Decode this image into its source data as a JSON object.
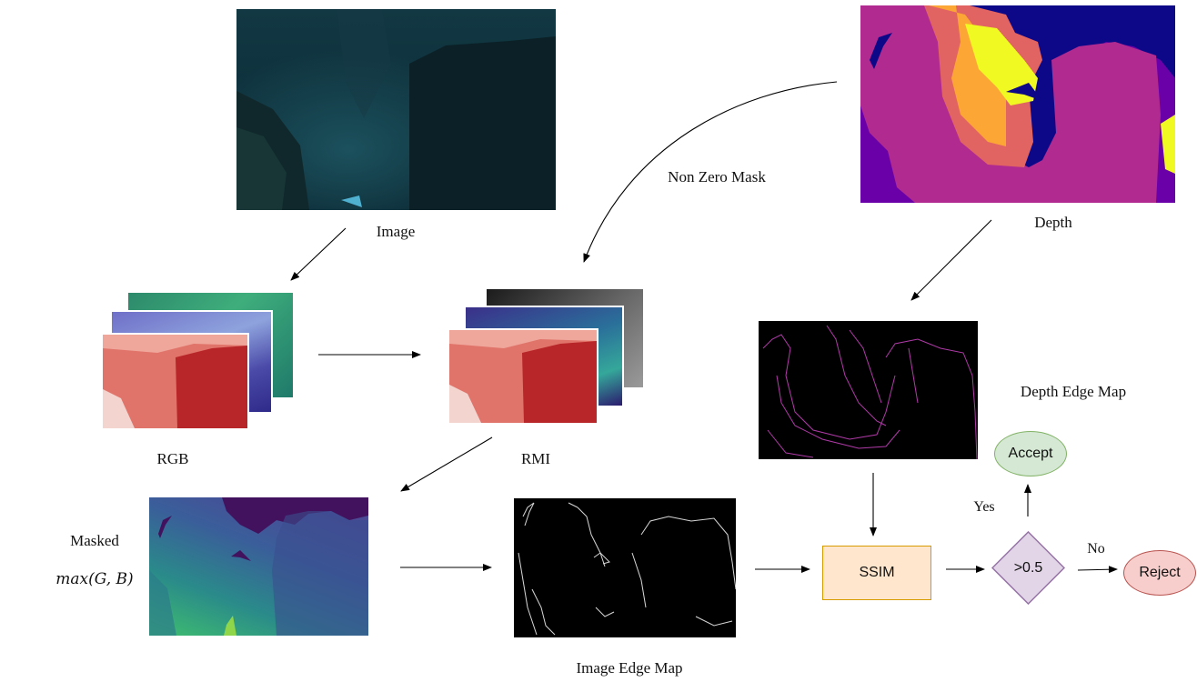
{
  "labels": {
    "image": "Image",
    "depth": "Depth",
    "non_zero_mask": "Non Zero Mask",
    "rgb": "RGB",
    "rmi": "RMI",
    "depth_edge_map": "Depth Edge Map",
    "masked": "Masked",
    "masked_formula": "max(G, B)",
    "image_edge_map": "Image Edge Map",
    "yes": "Yes",
    "no": "No"
  },
  "nodes": {
    "ssim": "SSIM",
    "threshold": ">0.5",
    "accept": "Accept",
    "reject": "Reject"
  },
  "colors": {
    "ssim_fill": "#ffe6cc",
    "ssim_stroke": "#d79b00",
    "diamond_fill": "#e1d5e7",
    "diamond_stroke": "#9673a6",
    "accept_fill": "#d5e8d4",
    "accept_stroke": "#82b366",
    "reject_fill": "#f8cecc",
    "reject_stroke": "#b85450"
  }
}
